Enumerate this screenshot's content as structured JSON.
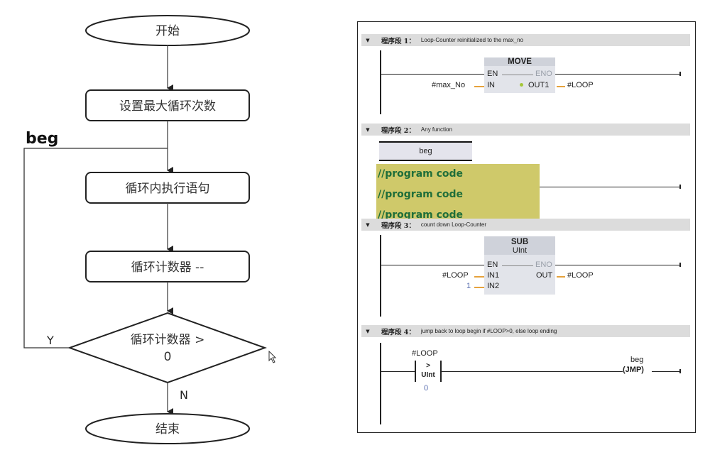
{
  "flowchart": {
    "start": "开始",
    "set_max": "设置最大循环次数",
    "loop_body": "循环内执行语句",
    "counter_dec": "循环计数器 --",
    "decision_line1": "循环计数器 >",
    "decision_line2": "0",
    "end": "结束",
    "yes_label": "Y",
    "no_label": "N",
    "loop_label": "beg"
  },
  "ladder": {
    "networks": [
      {
        "prefix": "程序段 1：",
        "comment": "Loop-Counter reinitialized to the max_no",
        "block": {
          "title": "MOVE",
          "en": "EN",
          "eno": "ENO",
          "in": "IN",
          "out": "OUT1",
          "in_operand": "#max_No",
          "out_operand": "#LOOP"
        }
      },
      {
        "prefix": "程序段 2：",
        "comment": "Any function",
        "label": "beg",
        "code_lines": [
          "//program code",
          "//program code",
          "//program code"
        ]
      },
      {
        "prefix": "程序段 3：",
        "comment": "count down Loop-Counter",
        "block": {
          "title": "SUB",
          "type": "UInt",
          "en": "EN",
          "eno": "ENO",
          "in1": "IN1",
          "in2": "IN2",
          "out": "OUT",
          "in1_operand": "#LOOP",
          "in2_operand": "1",
          "out_operand": "#LOOP"
        }
      },
      {
        "prefix": "程序段 4：",
        "comment": "jump back to loop begin if #LOOP>0, else loop ending",
        "compare": {
          "operand_top": "#LOOP",
          "operator": ">",
          "type": "UInt",
          "operand_bottom": "0"
        },
        "jump": {
          "label": "beg",
          "coil": "JMP"
        }
      }
    ],
    "collapse_icon": "▼"
  },
  "colors": {
    "wire_orange": "#e6a23c",
    "comment_bg": "#cfc96a",
    "comment_text": "#1f6e3a",
    "block_bg": "#e2e4ea",
    "header_bg": "#dcdcdc"
  }
}
